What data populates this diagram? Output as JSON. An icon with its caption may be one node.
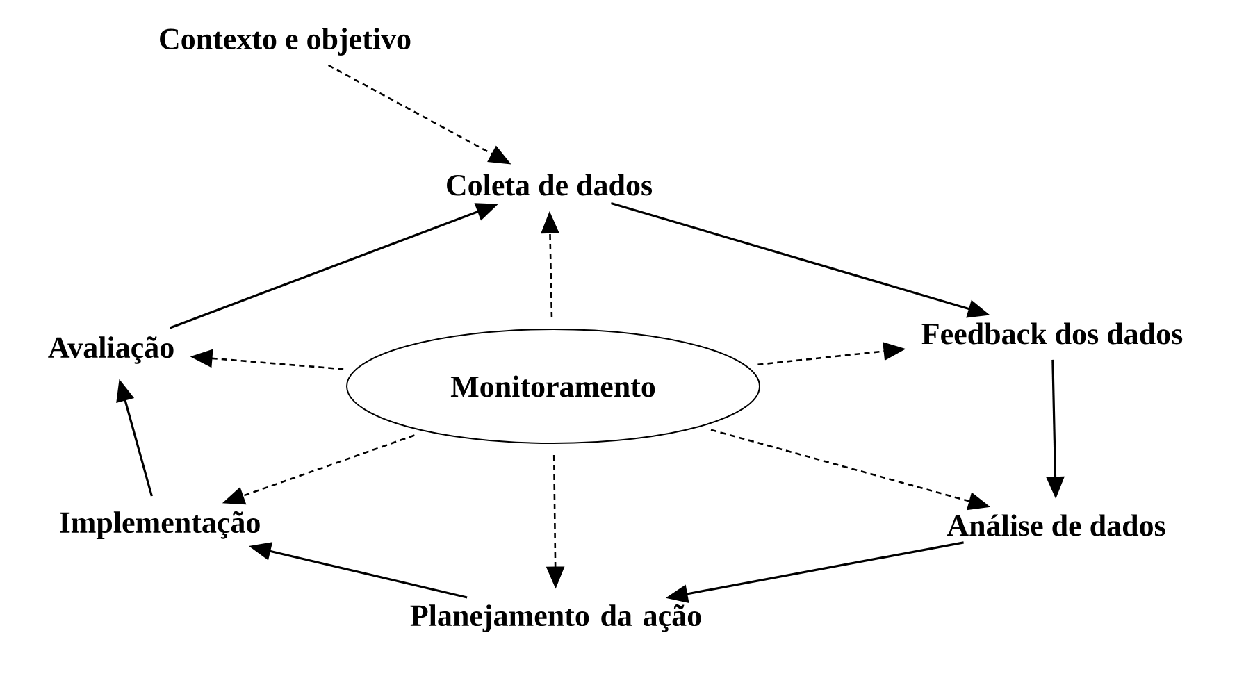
{
  "diagram": {
    "nodes": [
      {
        "text": [
          "Contexto e objetivo"
        ]
      },
      {
        "text": [
          "Coleta de dados"
        ]
      },
      {
        "text": [
          "Feedback dos dados"
        ]
      },
      {
        "text": [
          "Análise de dados"
        ]
      },
      {
        "text": [
          "Planejamento da ação"
        ]
      },
      {
        "text": [
          "Implementação"
        ]
      },
      {
        "text": [
          "Avaliação"
        ]
      },
      {
        "text": [
          "Monitoramento"
        ]
      }
    ],
    "edges": [
      {
        "from": 0,
        "to": 1,
        "arrow": "to",
        "style": "dashed"
      },
      {
        "from": 1,
        "to": 2,
        "arrow": "to"
      },
      {
        "from": 2,
        "to": 3,
        "arrow": "to"
      },
      {
        "from": 3,
        "to": 4,
        "arrow": "to"
      },
      {
        "from": 4,
        "to": 5,
        "arrow": "to"
      },
      {
        "from": 5,
        "to": 6,
        "arrow": "to"
      },
      {
        "from": 6,
        "to": 1,
        "arrow": "to"
      },
      {
        "from": 7,
        "to": 1,
        "arrow": "to",
        "style": "dashed"
      },
      {
        "from": 7,
        "to": 2,
        "arrow": "to",
        "style": "dashed"
      },
      {
        "from": 7,
        "to": 3,
        "arrow": "to",
        "style": "dashed"
      },
      {
        "from": 7,
        "to": 4,
        "arrow": "to",
        "style": "dashed"
      },
      {
        "from": 7,
        "to": 5,
        "arrow": "to",
        "style": "dashed"
      },
      {
        "from": 7,
        "to": 6,
        "arrow": "to",
        "style": "dashed"
      }
    ]
  }
}
